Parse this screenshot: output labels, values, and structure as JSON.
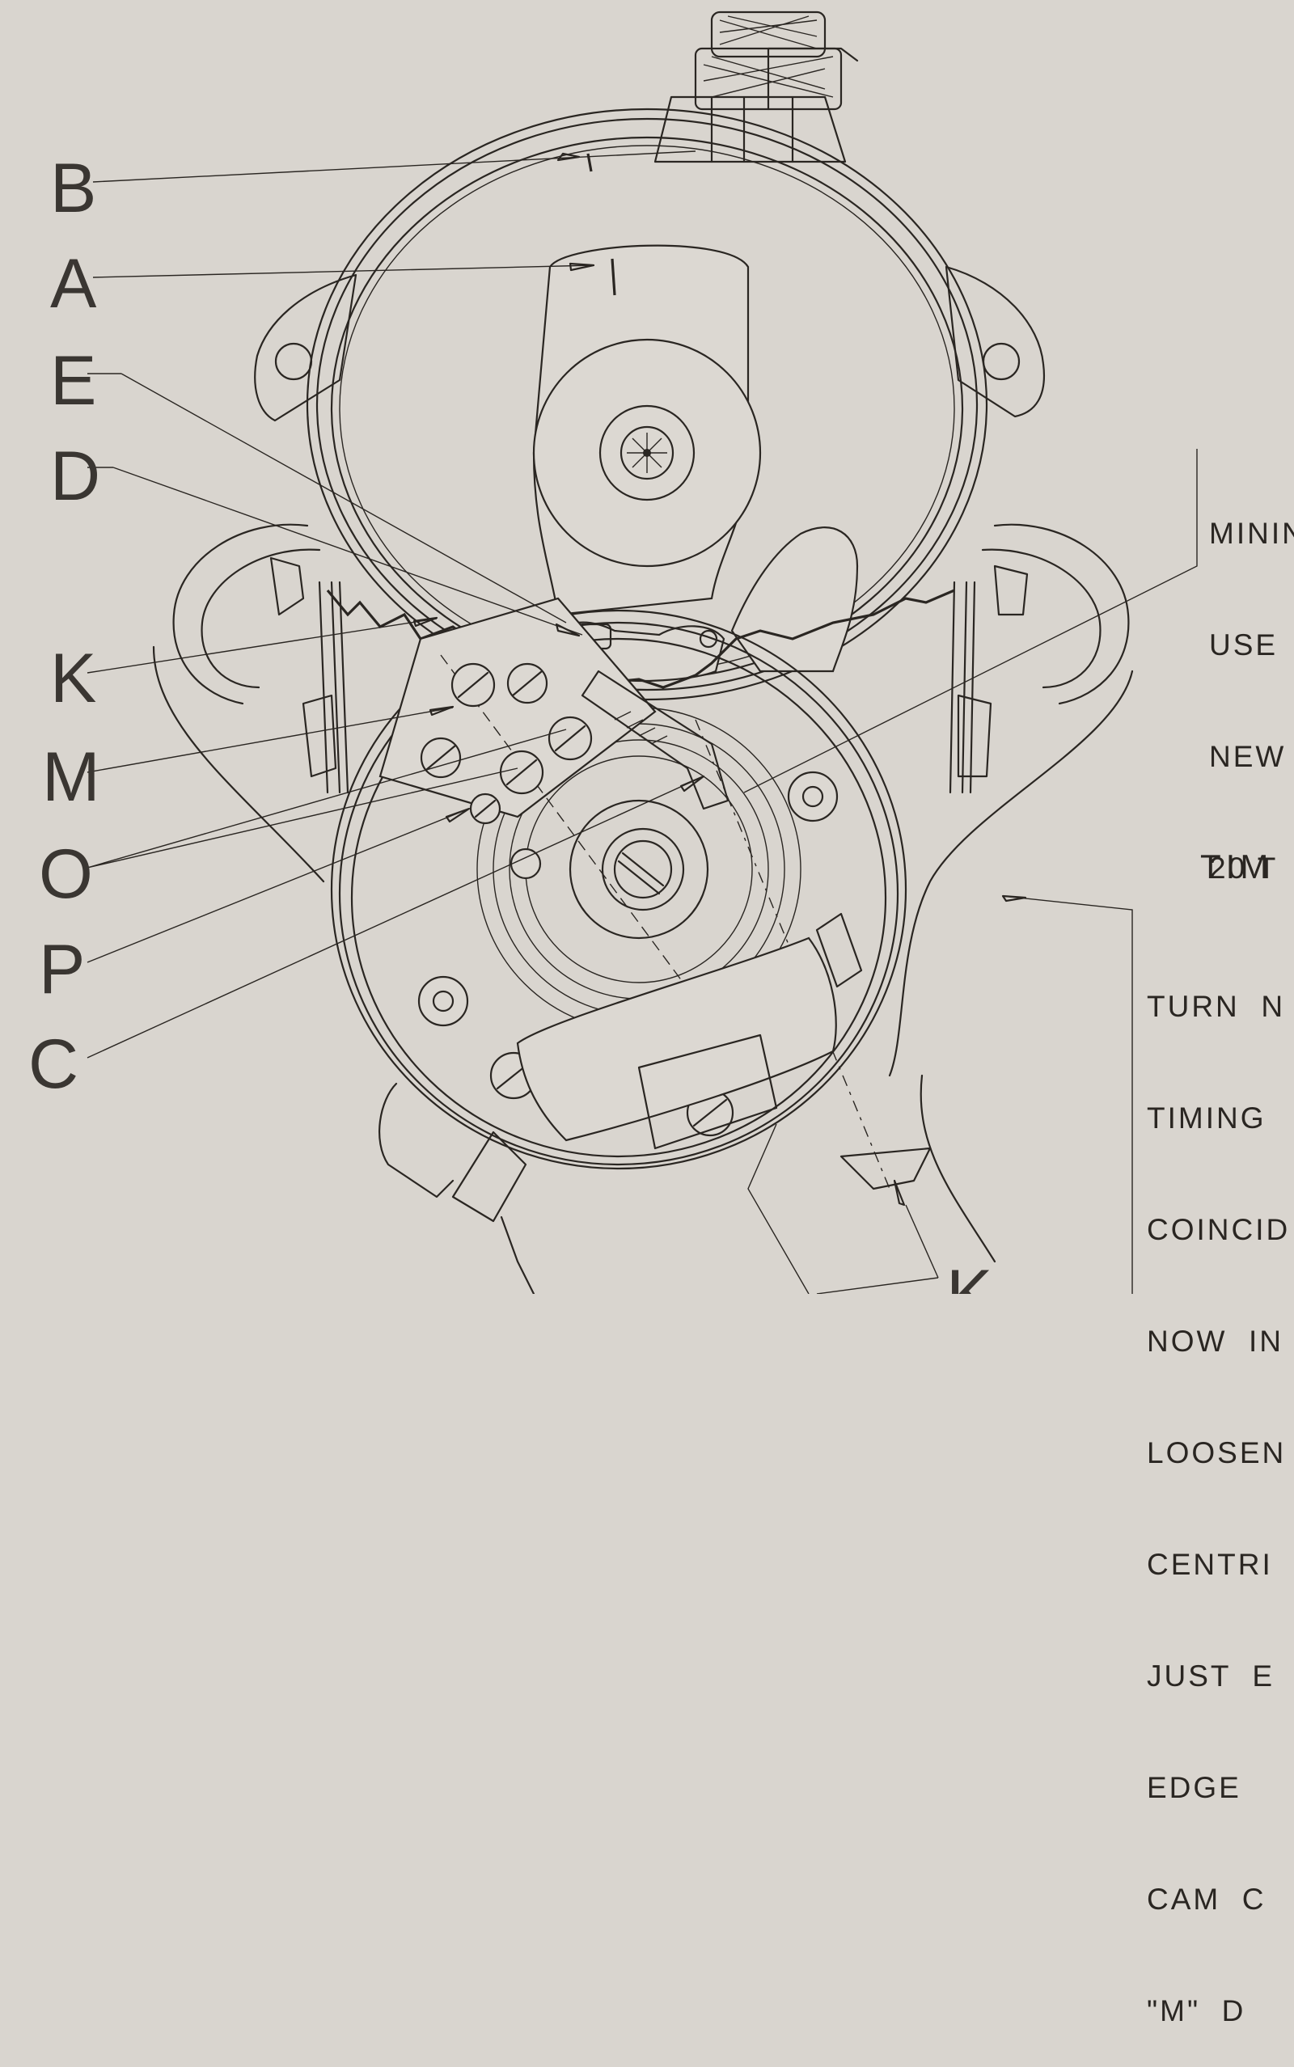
{
  "callouts": {
    "B": "B",
    "A": "A",
    "E": "E",
    "D": "D",
    "K": "K",
    "M": "M",
    "O": "O",
    "P": "P",
    "C": "C",
    "K_bottom": "K"
  },
  "notes": {
    "top_right": [
      "MININ",
      "USE ",
      "NEW",
      "20 T"
    ],
    "heading": "TIM",
    "bottom_right": [
      "TURN  N",
      "TIMING ",
      "COINCID",
      "NOW  IN",
      "LOOSEN",
      "CENTRI",
      "JUST  E",
      "EDGE ",
      "CAM  C",
      "\"M\"  D"
    ]
  },
  "colors": {
    "paper": "#d9d5cf",
    "ink": "#2a2622"
  }
}
